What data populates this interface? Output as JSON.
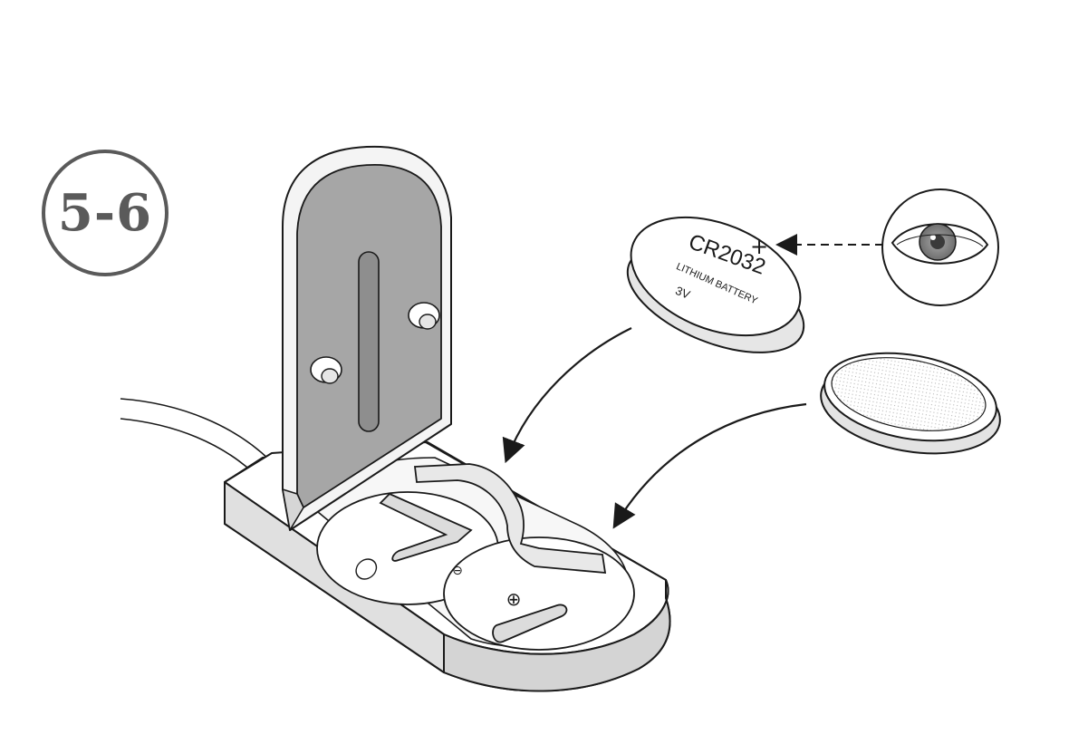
{
  "step": {
    "label": "5-6"
  },
  "battery": {
    "model": "CR2032",
    "type_label": "LITHIUM BATTERY",
    "voltage": "3V",
    "polarity_symbol": "+"
  },
  "holder_marks": {
    "negative_symbol": "⊖",
    "positive_symbol": "⊕"
  },
  "icons": {
    "step_badge": "circled-step-number",
    "eye": "eye-icon",
    "arrow": "curved-arrow-icon",
    "dashed_arrow": "dashed-arrow-icon"
  },
  "colors": {
    "line": "#1a1a1a",
    "panel_gray": "#a6a6a6",
    "badge_gray": "#5a5a5a",
    "iris": "#8c8c8c"
  }
}
